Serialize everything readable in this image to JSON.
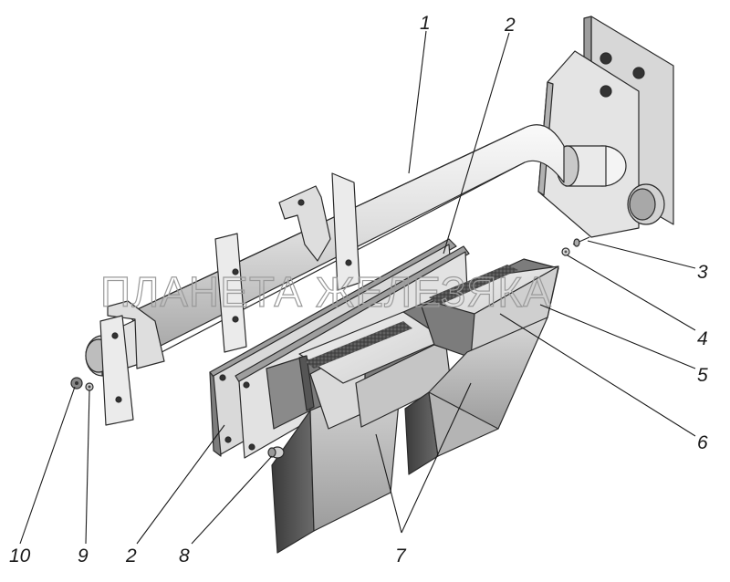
{
  "watermark": "ПЛАНЕТА ЖЕЛЕЗЯКА",
  "callouts": {
    "c1": "1",
    "c2_top": "2",
    "c3": "3",
    "c4": "4",
    "c5": "5",
    "c6": "6",
    "c7": "7",
    "c8": "8",
    "c2_bottom": "2",
    "c9": "9",
    "c10": "10"
  },
  "colors": {
    "line": "#1a1a1a",
    "light_metal": "#e6e6e6",
    "mid_metal": "#bdbdbd",
    "dark_metal": "#4a4a4a",
    "mat": "#5a5a5a"
  }
}
